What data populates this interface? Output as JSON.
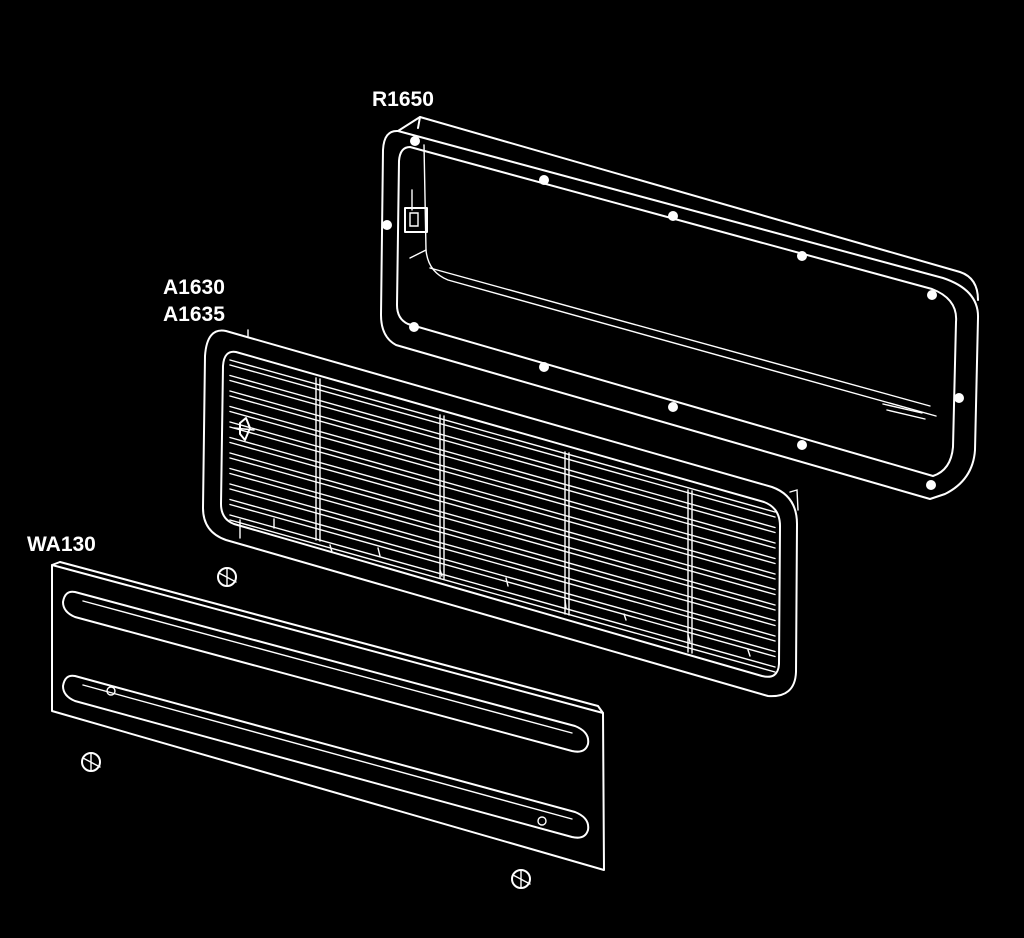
{
  "labels": {
    "frame": "R1650",
    "grille_line1": "A1630",
    "grille_line2": "A1635",
    "cover": "WA130"
  },
  "colors": {
    "background": "#000000",
    "line": "#ffffff"
  }
}
